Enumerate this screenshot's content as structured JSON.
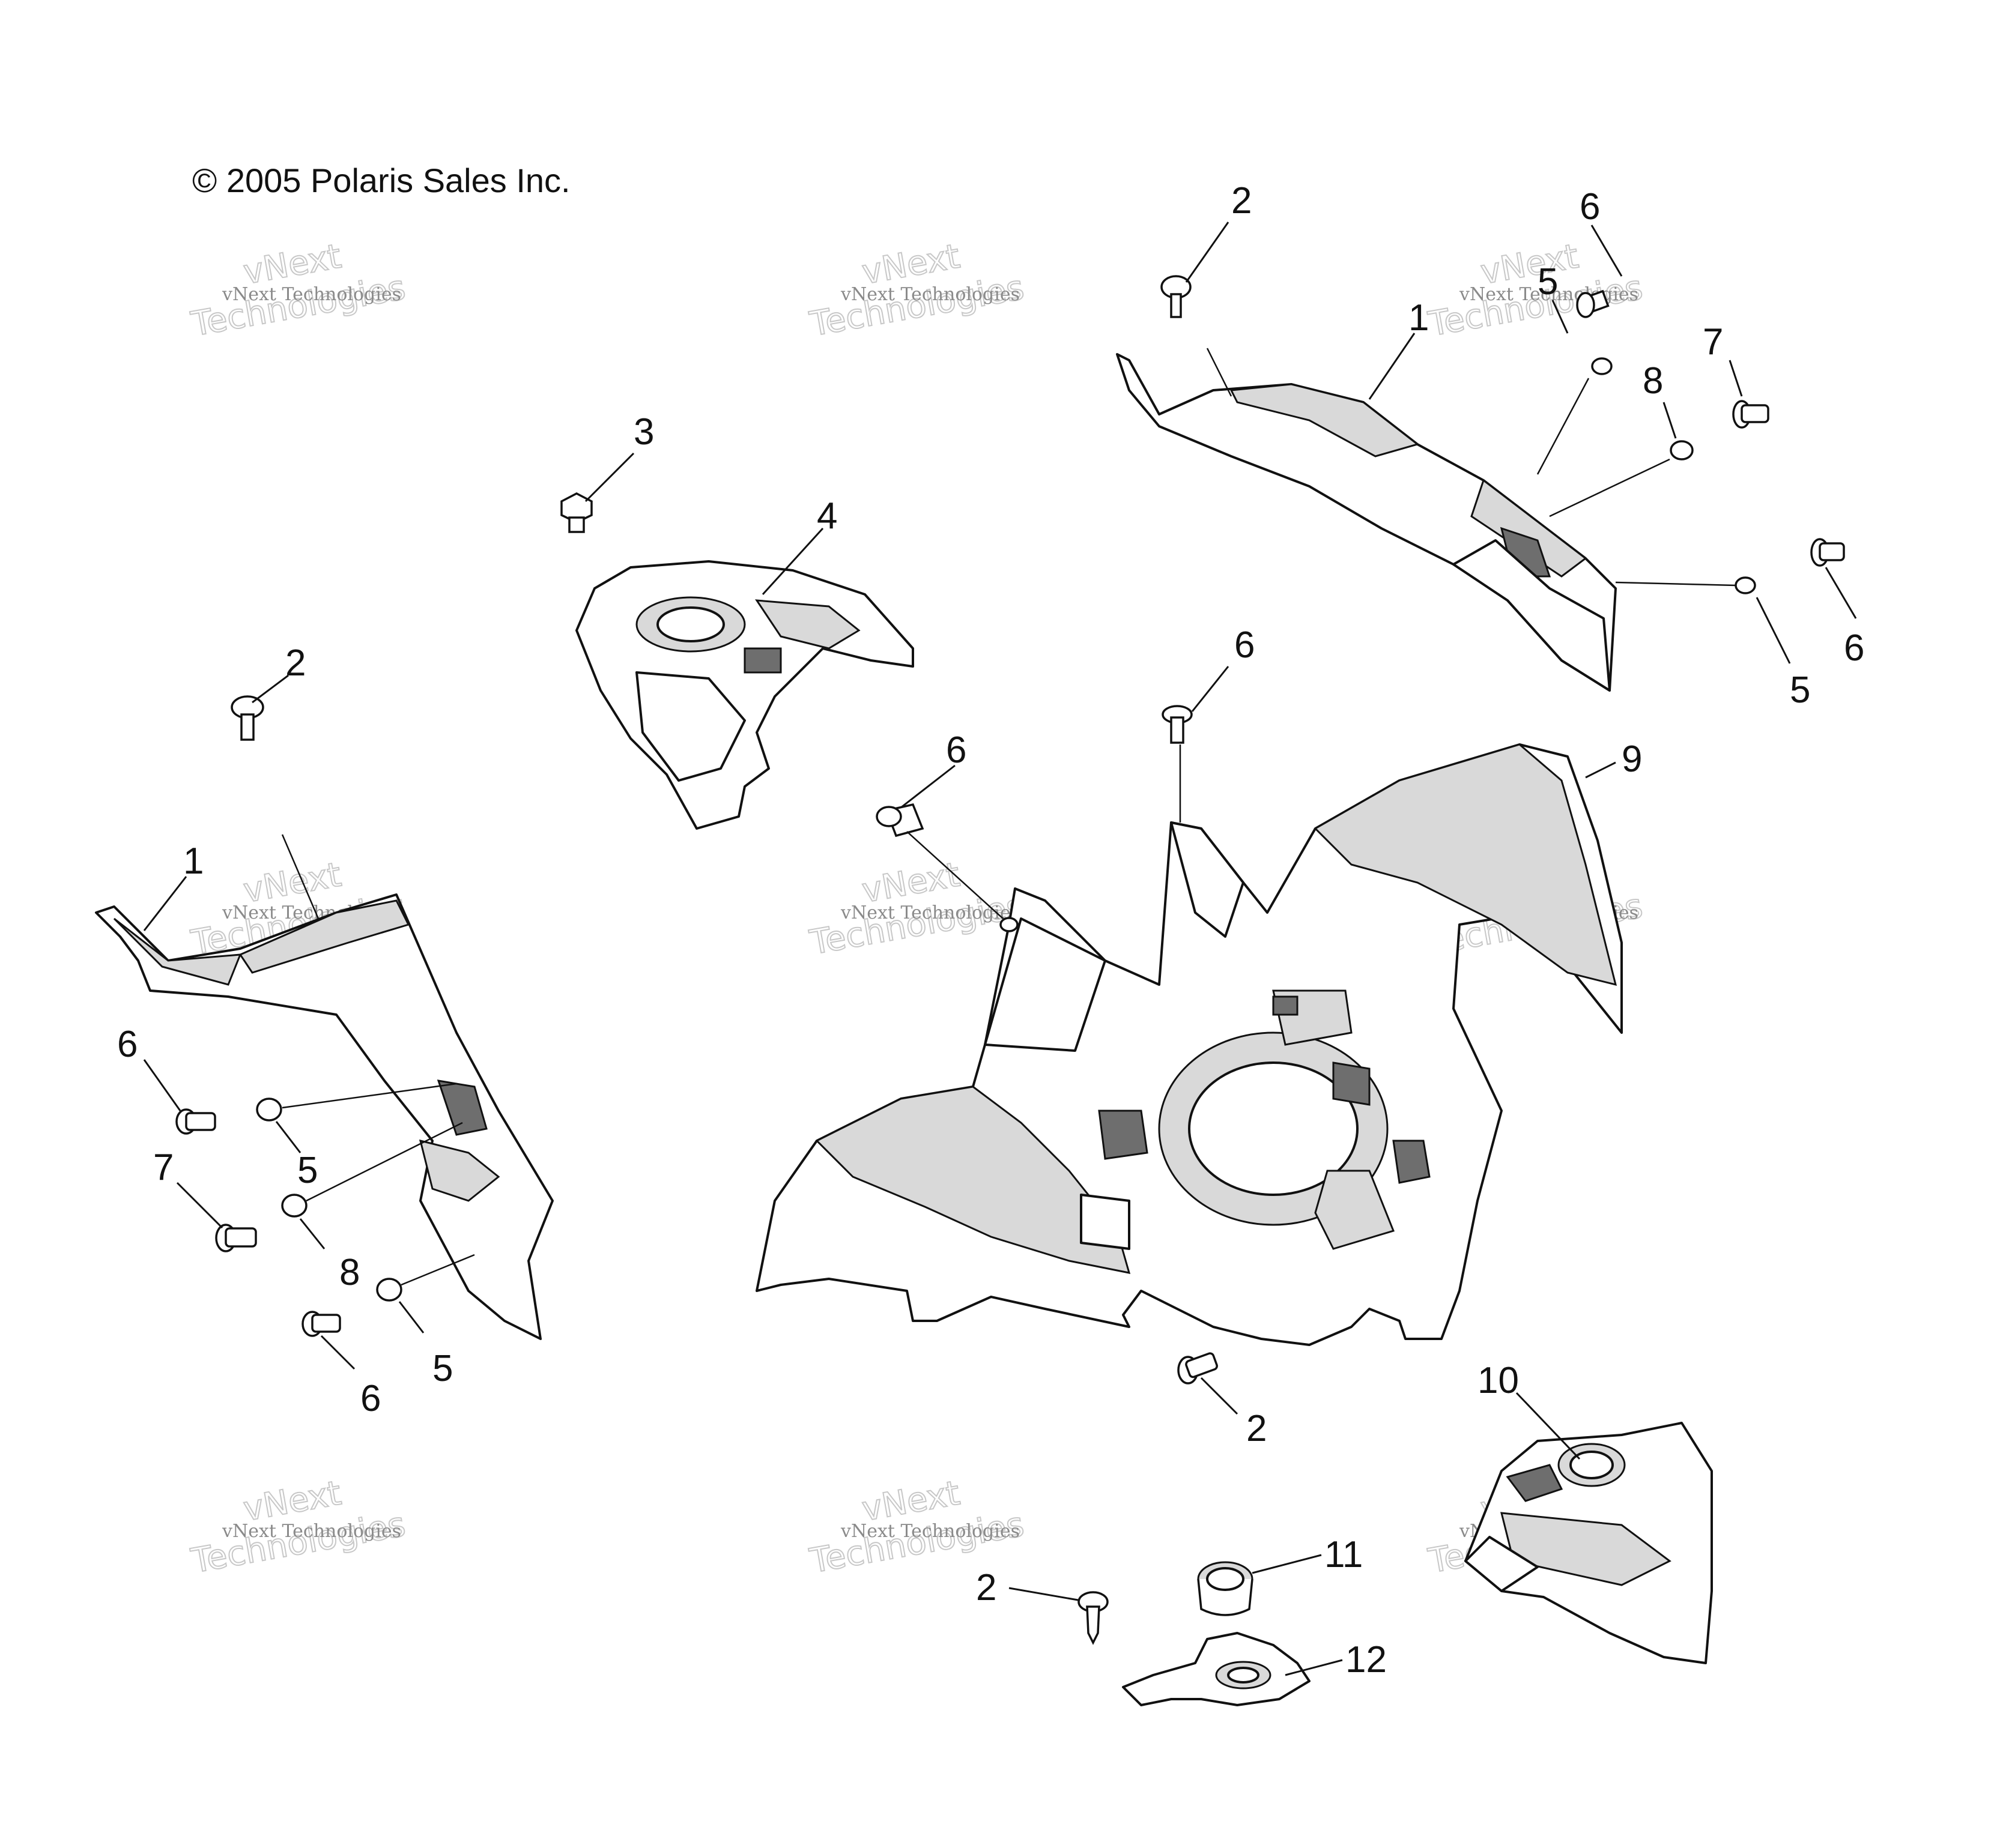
{
  "copyright": "© 2005 Polaris Sales Inc.",
  "watermark": {
    "line1": "vNext Technologies",
    "line2": "vNext",
    "line3": "Technologies"
  },
  "callouts": {
    "c1a": "1",
    "c1b": "1",
    "c2a": "2",
    "c2b": "2",
    "c2c": "2",
    "c2d": "2",
    "c3": "3",
    "c4": "4",
    "c5a": "5",
    "c5b": "5",
    "c5c": "5",
    "c5d": "5",
    "c6a": "6",
    "c6b": "6",
    "c6c": "6",
    "c6d": "6",
    "c6e": "6",
    "c6f": "6",
    "c7a": "7",
    "c7b": "7",
    "c8a": "8",
    "c8b": "8",
    "c9": "9",
    "c10": "10",
    "c11": "11",
    "c12": "12"
  }
}
